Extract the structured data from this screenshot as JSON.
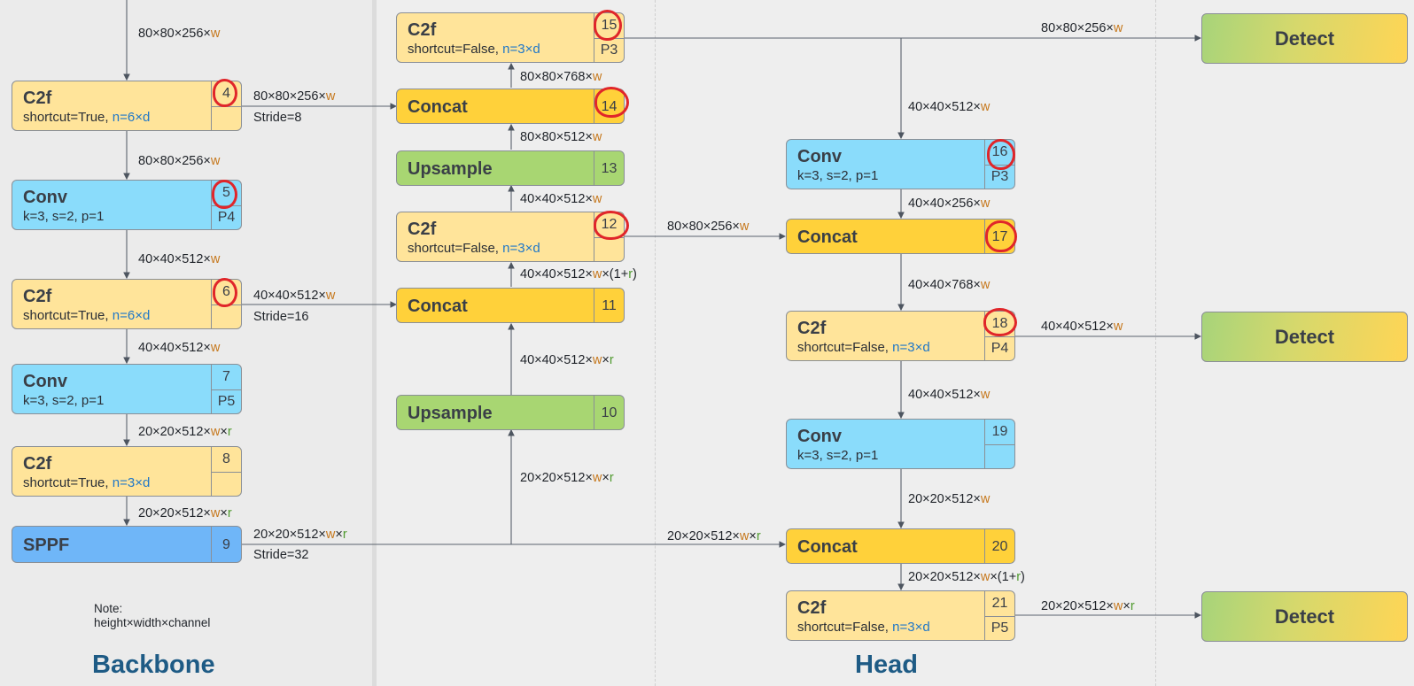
{
  "sections": {
    "backbone": "Backbone",
    "head": "Head"
  },
  "note": {
    "line1": "Note:",
    "line2": "height×width×channel"
  },
  "colors": {
    "c2f": "#ffe49a",
    "conv": "#8adcfb",
    "concat": "#ffd13a",
    "upsample": "#a8d672",
    "sppf": "#6fb6f8",
    "highlight": "#e0262a",
    "w_accent": "#c6781d",
    "r_accent": "#4f9a2e",
    "param_accent": "#1f77c8"
  },
  "blocks": [
    {
      "name": "C2f",
      "params": "shortcut=True, ",
      "param_hl": "n=6×d",
      "index": "4",
      "scale": "",
      "kind": "c2f",
      "highlight": true
    },
    {
      "name": "Conv",
      "params": "k=3, s=2, p=1",
      "param_hl": "",
      "index": "5",
      "scale": "P4",
      "kind": "conv",
      "highlight": true
    },
    {
      "name": "C2f",
      "params": "shortcut=True, ",
      "param_hl": "n=6×d",
      "index": "6",
      "scale": "",
      "kind": "c2f",
      "highlight": true
    },
    {
      "name": "Conv",
      "params": "k=3, s=2, p=1",
      "param_hl": "",
      "index": "7",
      "scale": "P5",
      "kind": "conv",
      "highlight": false
    },
    {
      "name": "C2f",
      "params": "shortcut=True, ",
      "param_hl": "n=3×d",
      "index": "8",
      "scale": "",
      "kind": "c2f",
      "highlight": false
    },
    {
      "name": "SPPF",
      "params": "",
      "param_hl": "",
      "index": "9",
      "scale": "",
      "kind": "sppf",
      "highlight": false
    },
    {
      "name": "C2f",
      "params": "shortcut=False, ",
      "param_hl": "n=3×d",
      "index": "15",
      "scale": "P3",
      "kind": "c2f",
      "highlight": true
    },
    {
      "name": "Concat",
      "params": "",
      "param_hl": "",
      "index": "14",
      "scale": "",
      "kind": "concat",
      "highlight": true
    },
    {
      "name": "Upsample",
      "params": "",
      "param_hl": "",
      "index": "13",
      "scale": "",
      "kind": "upsample",
      "highlight": false
    },
    {
      "name": "C2f",
      "params": "shortcut=False, ",
      "param_hl": "n=3×d",
      "index": "12",
      "scale": "",
      "kind": "c2f",
      "highlight": true
    },
    {
      "name": "Concat",
      "params": "",
      "param_hl": "",
      "index": "11",
      "scale": "",
      "kind": "concat",
      "highlight": false
    },
    {
      "name": "Upsample",
      "params": "",
      "param_hl": "",
      "index": "10",
      "scale": "",
      "kind": "upsample",
      "highlight": false
    },
    {
      "name": "Conv",
      "params": "k=3, s=2, p=1",
      "param_hl": "",
      "index": "16",
      "scale": "P3",
      "kind": "conv",
      "highlight": true
    },
    {
      "name": "Concat",
      "params": "",
      "param_hl": "",
      "index": "17",
      "scale": "",
      "kind": "concat",
      "highlight": true
    },
    {
      "name": "C2f",
      "params": "shortcut=False, ",
      "param_hl": "n=3×d",
      "index": "18",
      "scale": "P4",
      "kind": "c2f",
      "highlight": true
    },
    {
      "name": "Conv",
      "params": "k=3, s=2, p=1",
      "param_hl": "",
      "index": "19",
      "scale": "",
      "kind": "conv",
      "highlight": false
    },
    {
      "name": "Concat",
      "params": "",
      "param_hl": "",
      "index": "20",
      "scale": "",
      "kind": "concat",
      "highlight": false
    },
    {
      "name": "C2f",
      "params": "shortcut=False, ",
      "param_hl": "n=3×d",
      "index": "21",
      "scale": "P5",
      "kind": "c2f",
      "highlight": false
    }
  ],
  "detect_label": "Detect",
  "labels": [
    {
      "text": "80×80×256×",
      "w": true,
      "r": false,
      "suffix": ""
    },
    {
      "text": "80×80×256×",
      "w": true,
      "r": false,
      "suffix": ""
    },
    {
      "text": "Stride=8",
      "w": false,
      "r": false,
      "suffix": ""
    },
    {
      "text": "80×80×256×",
      "w": true,
      "r": false,
      "suffix": ""
    },
    {
      "text": "40×40×512×",
      "w": true,
      "r": false,
      "suffix": ""
    },
    {
      "text": "40×40×512×",
      "w": true,
      "r": false,
      "suffix": ""
    },
    {
      "text": "Stride=16",
      "w": false,
      "r": false,
      "suffix": ""
    },
    {
      "text": "40×40×512×",
      "w": true,
      "r": false,
      "suffix": ""
    },
    {
      "text": "20×20×512×",
      "w": true,
      "r": true,
      "suffix": ""
    },
    {
      "text": "20×20×512×",
      "w": true,
      "r": true,
      "suffix": ""
    },
    {
      "text": "20×20×512×",
      "w": true,
      "r": true,
      "suffix": ""
    },
    {
      "text": "Stride=32",
      "w": false,
      "r": false,
      "suffix": ""
    },
    {
      "text": "80×80×768×",
      "w": true,
      "r": false,
      "suffix": ""
    },
    {
      "text": "80×80×512×",
      "w": true,
      "r": false,
      "suffix": ""
    },
    {
      "text": "40×40×512×",
      "w": true,
      "r": false,
      "suffix": ""
    },
    {
      "text": "40×40×512×",
      "w": true,
      "r": false,
      "suffix": "×(1+r)"
    },
    {
      "text": "40×40×512×",
      "w": true,
      "r": true,
      "suffix": ""
    },
    {
      "text": "20×20×512×",
      "w": true,
      "r": true,
      "suffix": ""
    },
    {
      "text": "80×80×256×",
      "w": true,
      "r": false,
      "suffix": ""
    },
    {
      "text": "80×80×256×",
      "w": true,
      "r": false,
      "suffix": ""
    },
    {
      "text": "40×40×512×",
      "w": true,
      "r": false,
      "suffix": ""
    },
    {
      "text": "40×40×256×",
      "w": true,
      "r": false,
      "suffix": ""
    },
    {
      "text": "40×40×768×",
      "w": true,
      "r": false,
      "suffix": ""
    },
    {
      "text": "40×40×512×",
      "w": true,
      "r": false,
      "suffix": ""
    },
    {
      "text": "40×40×512×",
      "w": true,
      "r": false,
      "suffix": ""
    },
    {
      "text": "20×20×512×",
      "w": true,
      "r": false,
      "suffix": ""
    },
    {
      "text": "20×20×512×",
      "w": true,
      "r": true,
      "suffix": ""
    },
    {
      "text": "20×20×512×",
      "w": true,
      "r": false,
      "suffix": "×(1+r)"
    },
    {
      "text": "20×20×512×",
      "w": true,
      "r": true,
      "suffix": ""
    }
  ]
}
